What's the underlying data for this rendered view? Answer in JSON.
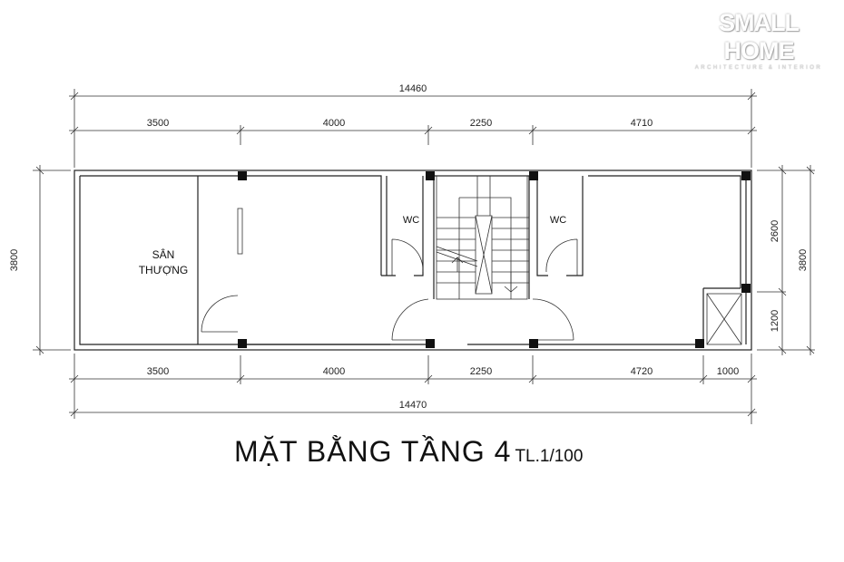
{
  "logo": {
    "name": "SMALL HOME",
    "tagline": "ARCHITECTURE & INTERIOR"
  },
  "title": {
    "main": "MẶT BẰNG TẦNG 4",
    "scale": "TL.1/100"
  },
  "rooms": {
    "terrace_line1": "SÂN",
    "terrace_line2": "THƯỢNG",
    "wc_left": "WC",
    "wc_right": "WC"
  },
  "dimensions": {
    "top_total": "14460",
    "top_segments": [
      "3500",
      "4000",
      "2250",
      "4710"
    ],
    "bottom_segments": [
      "3500",
      "4000",
      "2250",
      "4720",
      "1000"
    ],
    "bottom_total": "14470",
    "left_total": "3800",
    "right_segments": [
      "2600",
      "1200"
    ],
    "right_total": "3800"
  }
}
